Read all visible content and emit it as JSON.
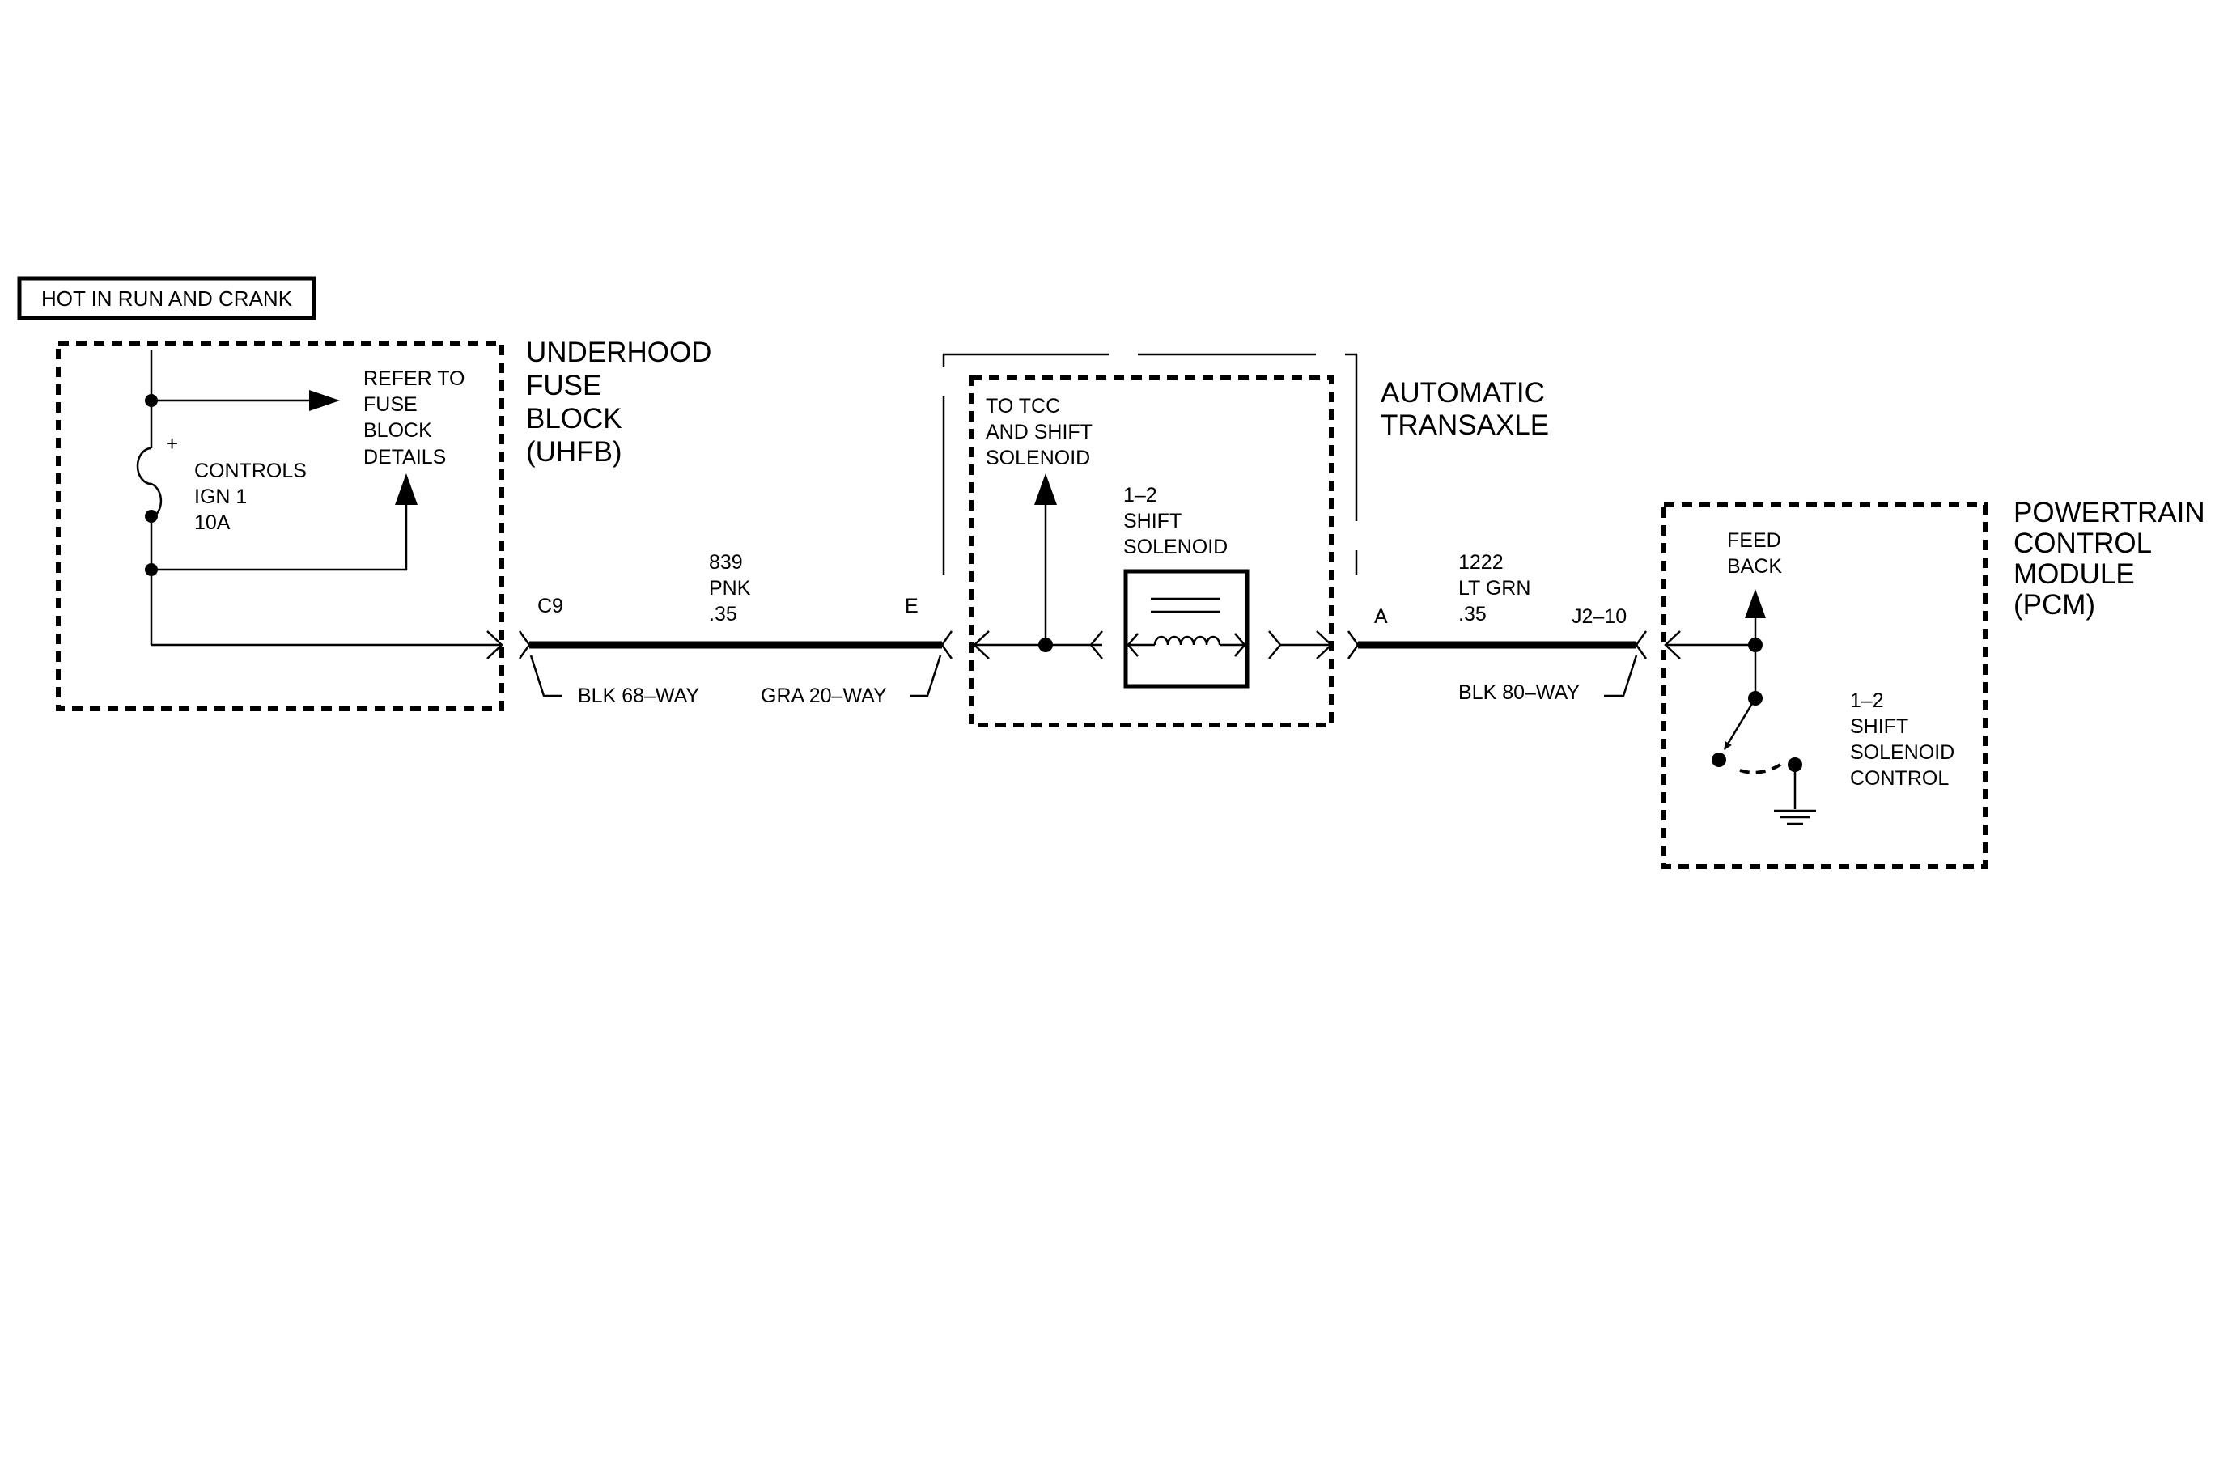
{
  "power_label": "HOT IN RUN AND CRANK",
  "fuse_block": {
    "title_lines": [
      "UNDERHOOD",
      "FUSE",
      "BLOCK",
      "(UHFB)"
    ],
    "refer_lines": [
      "REFER TO",
      "FUSE",
      "BLOCK",
      "DETAILS"
    ],
    "fuse_lines": [
      "CONTROLS",
      "IGN 1",
      "10A"
    ],
    "fuse_polarity": "+"
  },
  "harness_1": {
    "pin_left": "C9",
    "pin_right": "E",
    "wire_lines": [
      "839",
      "PNK",
      ".35"
    ],
    "connector_left": "BLK 68–WAY",
    "connector_right": "GRA 20–WAY"
  },
  "transaxle": {
    "title_lines": [
      "AUTOMATIC",
      "TRANSAXLE"
    ],
    "tcc_lines": [
      "TO TCC",
      "AND SHIFT",
      "SOLENOID"
    ],
    "solenoid_lines": [
      "1–2",
      "SHIFT",
      "SOLENOID"
    ]
  },
  "harness_2": {
    "pin_left": "A",
    "pin_right": "J2–10",
    "wire_lines": [
      "1222",
      "LT GRN",
      ".35"
    ],
    "connector": "BLK 80–WAY"
  },
  "pcm": {
    "title_lines": [
      "POWERTRAIN",
      "CONTROL",
      "MODULE",
      "(PCM)"
    ],
    "feedback_lines": [
      "FEED",
      "BACK"
    ],
    "control_lines": [
      "1–2",
      "SHIFT",
      "SOLENOID",
      "CONTROL"
    ]
  }
}
